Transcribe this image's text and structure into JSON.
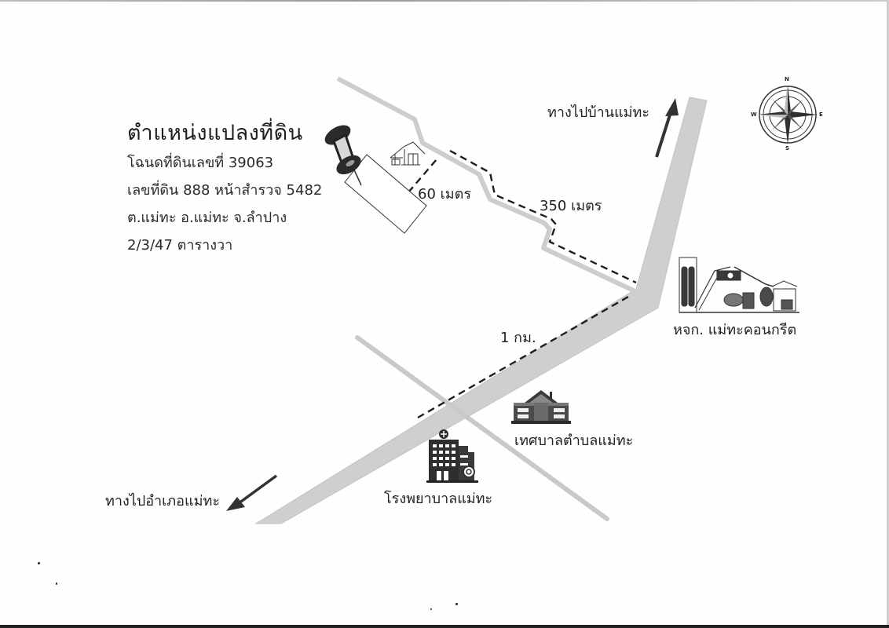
{
  "info_box": {
    "title": "ตำแหน่งแปลงที่ดิน",
    "lines": [
      "โฉนดที่ดินเลขที่ 39063",
      "เลขที่ดิน 888 หน้าสำรวจ 5482",
      "ต.แม่ทะ อ.แม่ทะ จ.ลำปาง",
      "2/3/47 ตารางวา"
    ]
  },
  "distances": {
    "plot_to_road": "60 เมตร",
    "side_road": "350 เมตร",
    "main_road": "1 กม."
  },
  "directions": {
    "north": "ทางไปบ้านแม่ทะ",
    "southwest": "ทางไปอำเภอแม่ทะ"
  },
  "landmarks": {
    "concrete_plant": "หจก. แม่ทะคอนกรีต",
    "municipality": "เทศบาลตำบลแม่ทะ",
    "hospital": "โรงพยาบาลแม่ทะ"
  },
  "compass": {
    "n": "N",
    "s": "S",
    "e": "E",
    "w": "W"
  },
  "colors": {
    "road": "#cfcfcf",
    "road_edge": "#bdbdbd",
    "ink": "#222222",
    "icon_dark": "#3a3a3a"
  }
}
